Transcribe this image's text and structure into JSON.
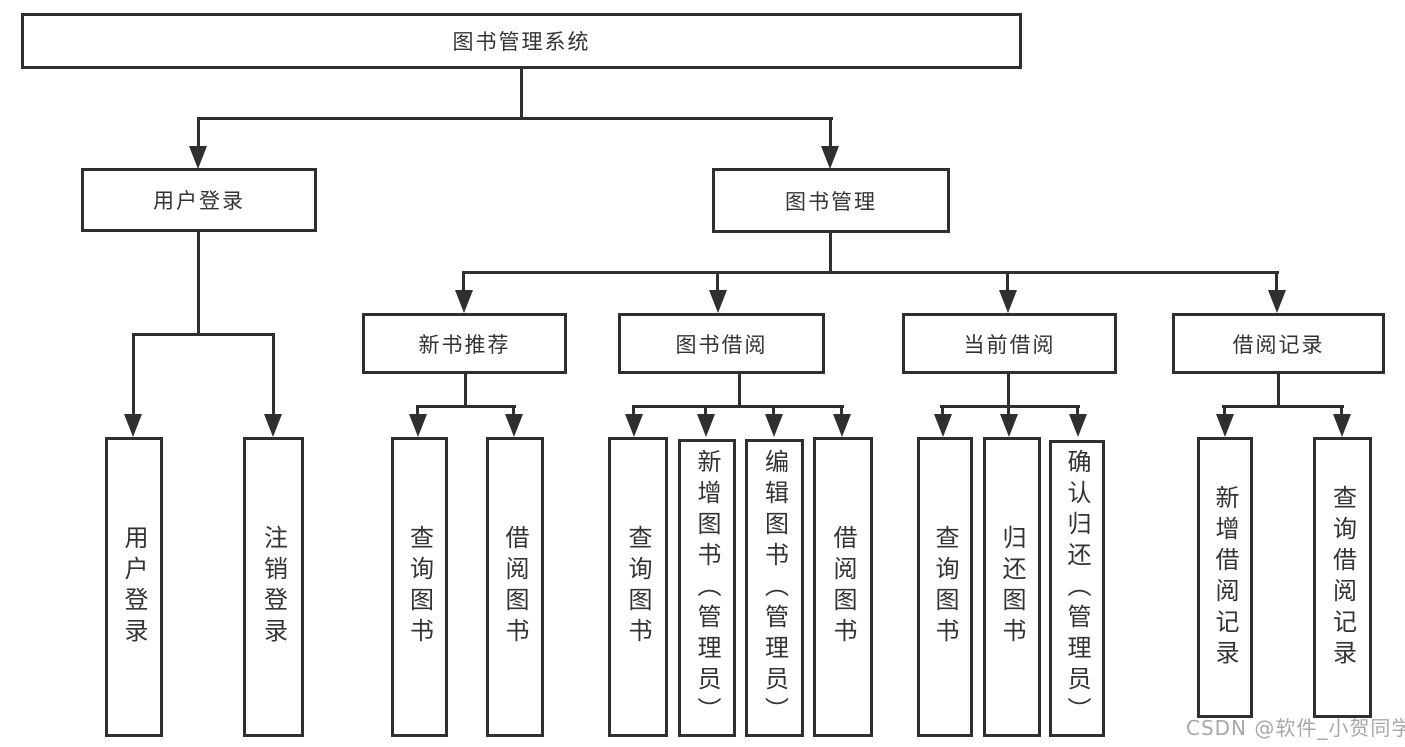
{
  "diagram": {
    "root_label": "图书管理系统",
    "level2": [
      "用户登录",
      "图书管理"
    ],
    "level3": [
      "新书推荐",
      "图书借阅",
      "当前借阅",
      "借阅记录"
    ],
    "leaves": [
      "用户登录",
      "注销登录",
      "查询图书",
      "借阅图书",
      "查询图书",
      "新增图书（管理员）",
      "编辑图书（管理员）",
      "借阅图书",
      "查询图书",
      "归还图书",
      "确认归还（管理员）",
      "新增借阅记录",
      "查询借阅记录"
    ],
    "watermark": "CSDN @软件_小贺同学",
    "colors": {
      "line": "#2f2f2f",
      "text": "#333333",
      "watermark": "#a8a8a8",
      "background": "#ffffff"
    }
  }
}
